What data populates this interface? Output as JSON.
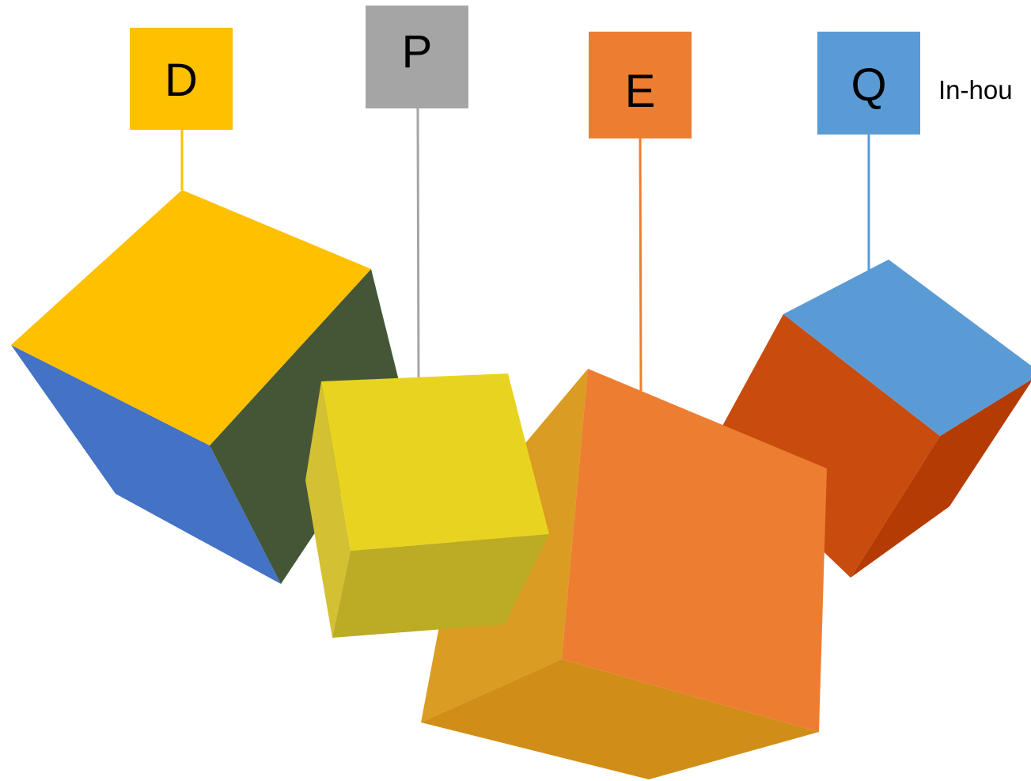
{
  "labels": {
    "d": "D",
    "p": "P",
    "e": "E",
    "q": "Q"
  },
  "side_text": "In-hou",
  "colors": {
    "d_label": "#FFC000",
    "p_label": "#A5A5A5",
    "e_label": "#ED7D31",
    "q_label": "#5B9BD5",
    "d_cube_top": "#FFC000",
    "d_cube_left": "#4472C4",
    "d_cube_right": "#445636",
    "p_cube_front": "#E8D420",
    "p_cube_bottom": "#BCAB24",
    "p_cube_left": "#D4C033",
    "e_cube_front": "#ED7D31",
    "e_cube_left": "#DA9C22",
    "e_cube_bottom": "#D08E18",
    "q_cube_top": "#5B9BD5",
    "q_cube_left": "#C84C0E",
    "q_cube_right": "#B43C04"
  }
}
